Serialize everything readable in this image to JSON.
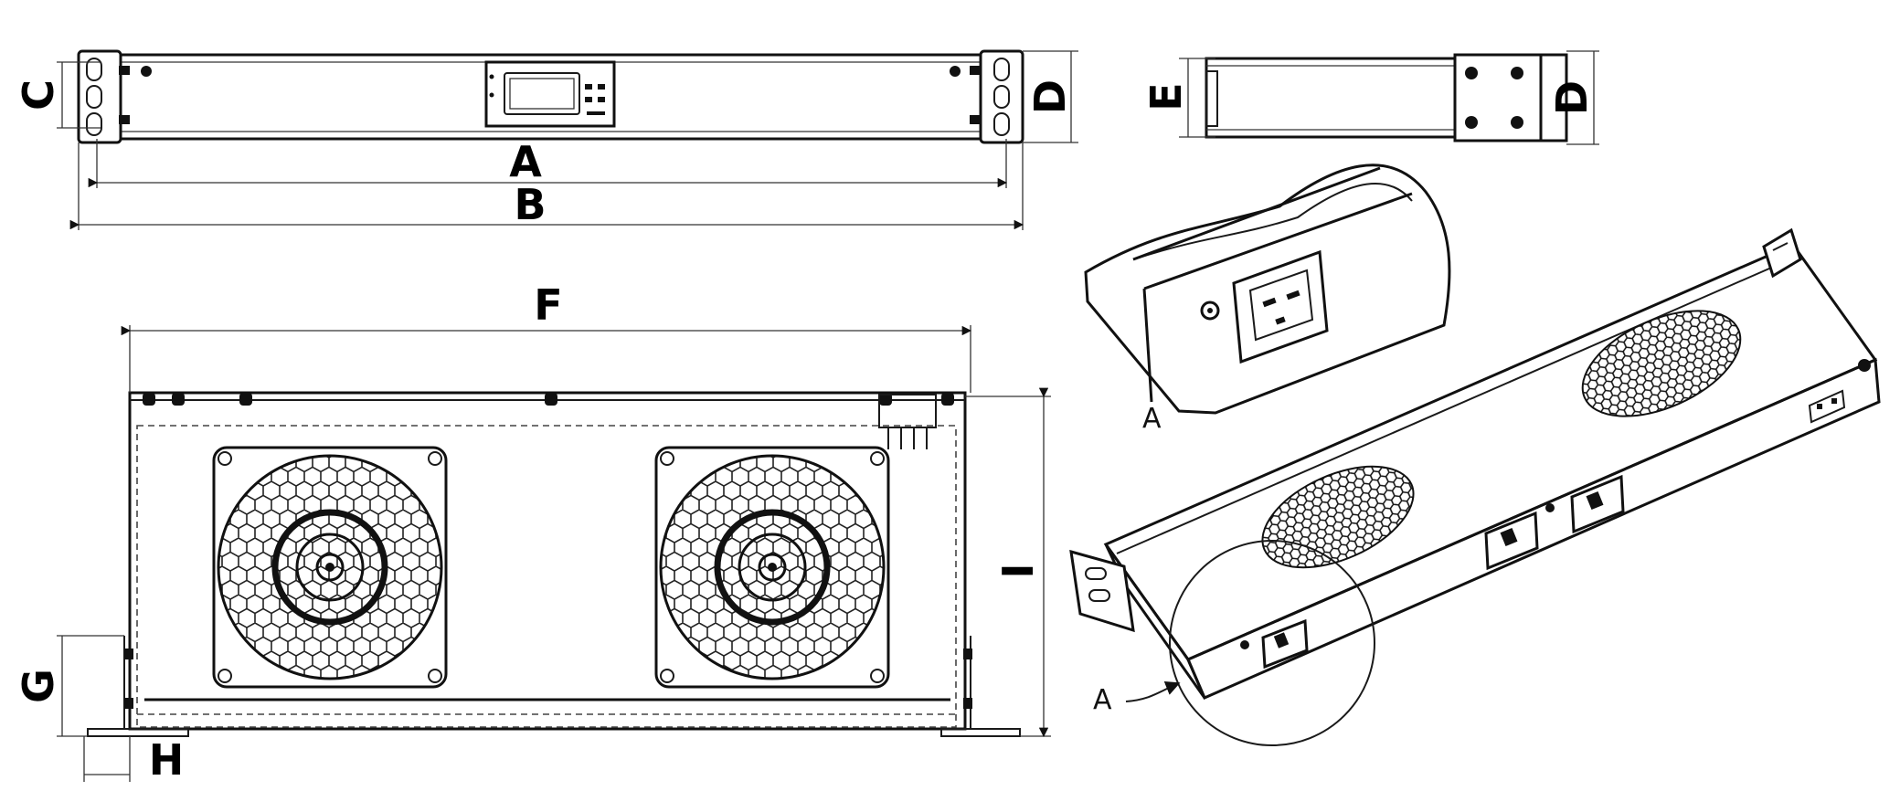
{
  "dimension_labels": {
    "a": "A",
    "b": "B",
    "c": "C",
    "d_front": "D",
    "d_side": "D",
    "e": "E",
    "f": "F",
    "g": "G",
    "h": "H",
    "i": "I"
  },
  "callouts": {
    "detail_caption": "A",
    "detail_pointer": "A"
  },
  "front_view": {
    "fan_count": 2
  }
}
